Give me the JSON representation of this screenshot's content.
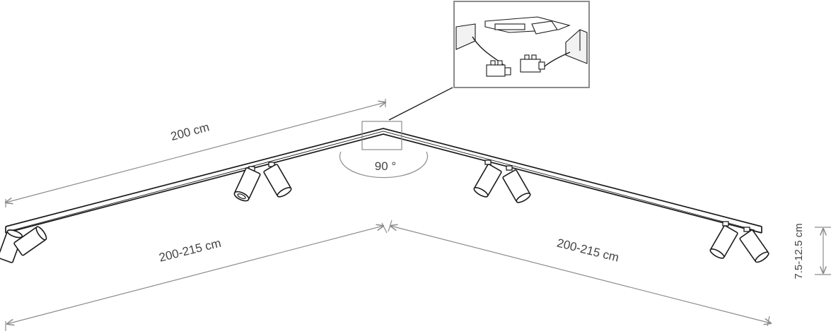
{
  "labels": {
    "top_length": "200 cm",
    "angle": "90 °",
    "left_span": "200-215 cm",
    "right_span": "200-215 cm",
    "height": "7.5-12.5 cm"
  },
  "colors": {
    "line": "#1a1a1a",
    "dimension": "#8c8c8c",
    "detail_frame": "#8c8c8c",
    "background": "#ffffff"
  },
  "icons": {
    "spotlight": "cylindrical-spotlight",
    "connector": "rail-corner-connector"
  }
}
